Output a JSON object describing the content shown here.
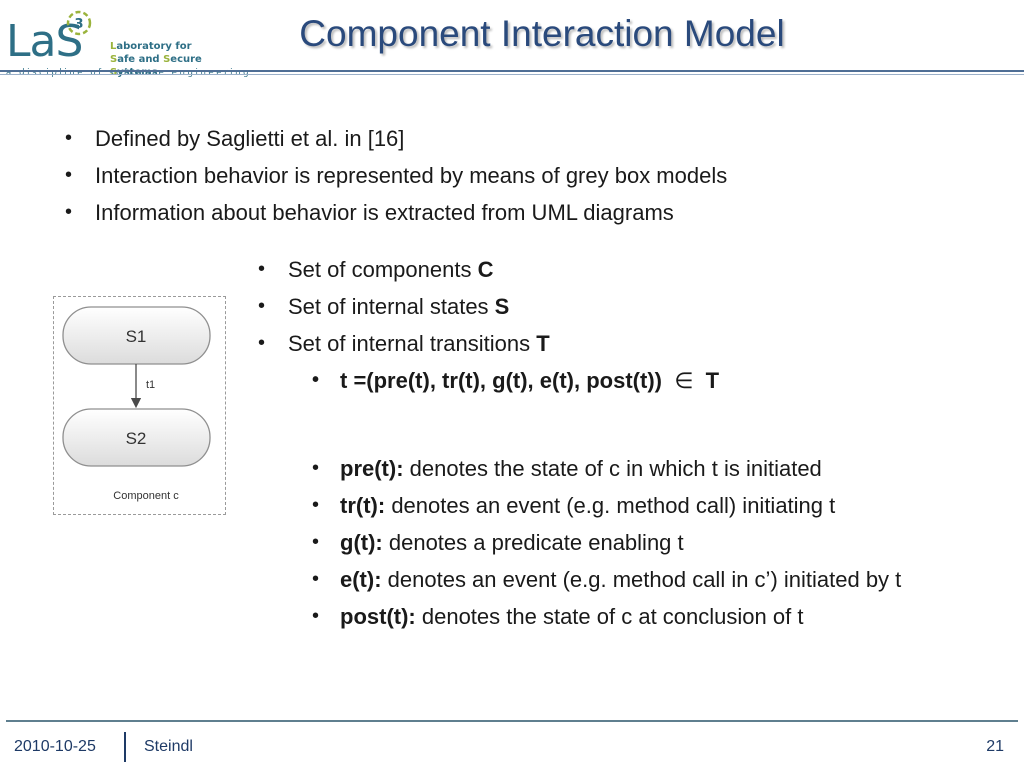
{
  "header": {
    "logo_text": "LaS",
    "logo_badge_number": "3",
    "logo_name": {
      "line1_hl": "L",
      "line1_rest": "aboratory for",
      "line2_hl1": "S",
      "line2_mid": "afe and ",
      "line2_hl2": "S",
      "line2_mid2": "ecure ",
      "line2_hl3": "S",
      "line2_rest": "ystems"
    },
    "logo_tagline": "a discipline of software engineering",
    "title": "Component Interaction Model"
  },
  "bullets": [
    "Defined by Saglietti et al. in [16]",
    "Interaction behavior is represented by means of grey box models",
    "Information about behavior  is extracted from UML diagrams"
  ],
  "sets": [
    {
      "text": "Set of components ",
      "symbol": "C"
    },
    {
      "text": "Set of internal states ",
      "symbol": "S"
    },
    {
      "text": "Set of internal transitions ",
      "symbol": "T"
    }
  ],
  "formula": {
    "text": "t =(pre(t), tr(t), g(t), e(t), post(t))",
    "member": "∈",
    "set": "T"
  },
  "definitions": [
    {
      "term": "pre(t):",
      "text": " denotes the state of c in which t is initiated"
    },
    {
      "term": "tr(t):",
      "text": " denotes an event (e.g. method call) initiating t"
    },
    {
      "term": "g(t):",
      "text": " denotes  a predicate enabling t"
    },
    {
      "term": "e(t):",
      "text": " denotes an event (e.g. method call in c’) initiated by t"
    },
    {
      "term": "post(t):",
      "text": " denotes the state of c at conclusion of t"
    }
  ],
  "diagram": {
    "state1": "S1",
    "state2": "S2",
    "transition": "t1",
    "caption": "Component c"
  },
  "footer": {
    "date": "2010-10-25",
    "author": "Steindl",
    "page": "21"
  },
  "colors": {
    "title": "#2a4a7c",
    "logo_blue": "#2e6f86",
    "logo_green": "#9ab33c",
    "footer_text": "#1e3a66"
  }
}
